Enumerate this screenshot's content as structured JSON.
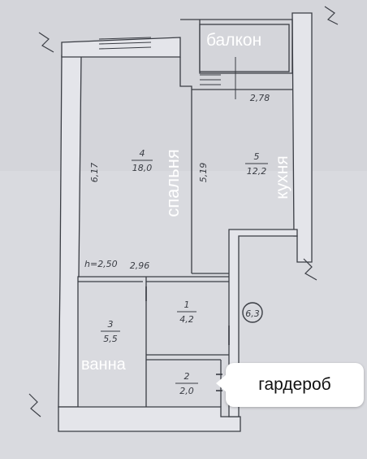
{
  "labels": {
    "balcony": "балкон",
    "bedroom": "спальня",
    "kitchen": "кухня",
    "bathroom": "ванна",
    "wardrobe": "гардероб"
  },
  "rooms": {
    "bedroom": {
      "number": "4",
      "area": "18,0"
    },
    "kitchen": {
      "number": "5",
      "area": "12,2"
    },
    "bathroom": {
      "number": "3",
      "area": "5,5"
    },
    "hallway": {
      "number": "1",
      "area": "4,2"
    },
    "wardrobe": {
      "number": "2",
      "area": "2,0"
    }
  },
  "dimensions": {
    "bedroom_length": "6,17",
    "kitchen_length": "5,19",
    "kitchen_width": "2,78",
    "bedroom_width": "2,96",
    "ceiling_height": "h=2,50"
  },
  "markers": {
    "circle": "6,3"
  },
  "colors": {
    "background": "#d6d7dc",
    "wall_fill": "#e4e5ea",
    "line": "#3a3d44",
    "callout": "#ffffff"
  }
}
